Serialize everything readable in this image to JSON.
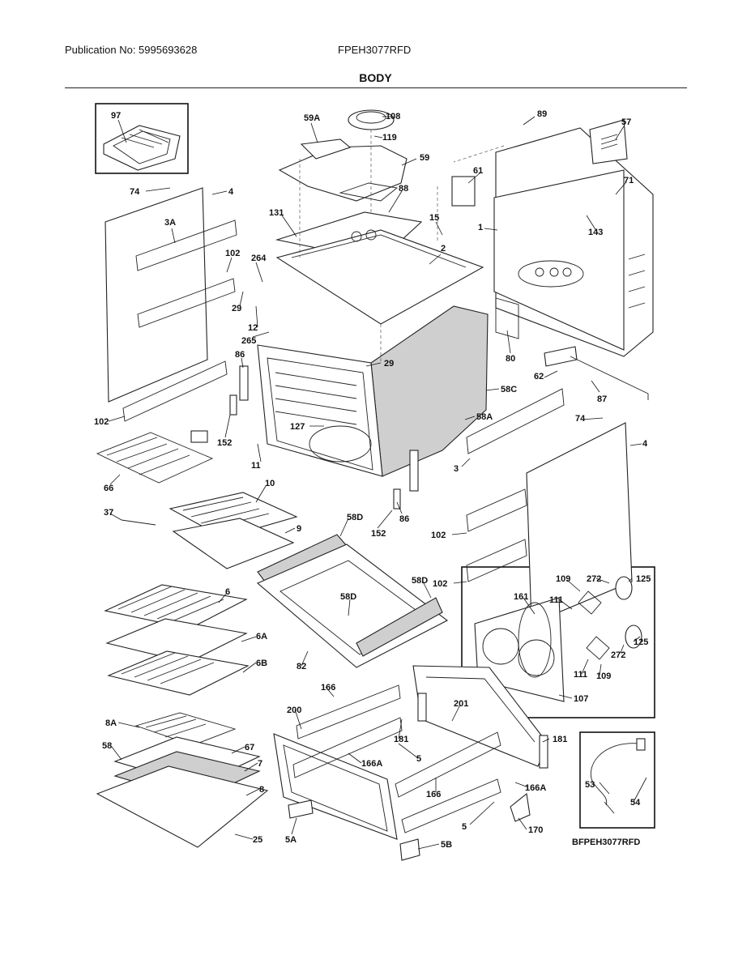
{
  "header": {
    "publication": "Publication No: 5995693628",
    "model": "FPEH3077RFD",
    "title": "BODY"
  },
  "footer": {
    "diagram_code": "BFPEH3077RFD"
  },
  "callouts": [
    {
      "id": "c97",
      "text": "97"
    },
    {
      "id": "c108",
      "text": "108"
    },
    {
      "id": "c59A",
      "text": "59A"
    },
    {
      "id": "c119",
      "text": "119"
    },
    {
      "id": "c89",
      "text": "89"
    },
    {
      "id": "c57",
      "text": "57"
    },
    {
      "id": "c59",
      "text": "59"
    },
    {
      "id": "c61",
      "text": "61"
    },
    {
      "id": "c71",
      "text": "71"
    },
    {
      "id": "c74a",
      "text": "74"
    },
    {
      "id": "c4a",
      "text": "4"
    },
    {
      "id": "c88",
      "text": "88"
    },
    {
      "id": "c3A",
      "text": "3A"
    },
    {
      "id": "c131",
      "text": "131"
    },
    {
      "id": "c15",
      "text": "15"
    },
    {
      "id": "c1",
      "text": "1"
    },
    {
      "id": "c143",
      "text": "143"
    },
    {
      "id": "c2",
      "text": "2"
    },
    {
      "id": "c102a",
      "text": "102"
    },
    {
      "id": "c264",
      "text": "264"
    },
    {
      "id": "c29a",
      "text": "29"
    },
    {
      "id": "c12",
      "text": "12"
    },
    {
      "id": "c265",
      "text": "265"
    },
    {
      "id": "c80",
      "text": "80"
    },
    {
      "id": "c86a",
      "text": "86"
    },
    {
      "id": "c29b",
      "text": "29"
    },
    {
      "id": "c62",
      "text": "62"
    },
    {
      "id": "c58C",
      "text": "58C"
    },
    {
      "id": "c87",
      "text": "87"
    },
    {
      "id": "c102b",
      "text": "102"
    },
    {
      "id": "c58A",
      "text": "58A"
    },
    {
      "id": "c74b",
      "text": "74"
    },
    {
      "id": "c127",
      "text": "127"
    },
    {
      "id": "c152a",
      "text": "152"
    },
    {
      "id": "c4b",
      "text": "4"
    },
    {
      "id": "c3",
      "text": "3"
    },
    {
      "id": "c11",
      "text": "11"
    },
    {
      "id": "c66",
      "text": "66"
    },
    {
      "id": "c10",
      "text": "10"
    },
    {
      "id": "c37",
      "text": "37"
    },
    {
      "id": "c86b",
      "text": "86"
    },
    {
      "id": "c152b",
      "text": "152"
    },
    {
      "id": "c58D1",
      "text": "58D"
    },
    {
      "id": "c9",
      "text": "9"
    },
    {
      "id": "c102c",
      "text": "102"
    },
    {
      "id": "c109a",
      "text": "109"
    },
    {
      "id": "c272a",
      "text": "272"
    },
    {
      "id": "c125a",
      "text": "125"
    },
    {
      "id": "c58D2",
      "text": "58D"
    },
    {
      "id": "c102d",
      "text": "102"
    },
    {
      "id": "c161",
      "text": "161"
    },
    {
      "id": "c111a",
      "text": "111"
    },
    {
      "id": "c6",
      "text": "6"
    },
    {
      "id": "c58D3",
      "text": "58D"
    },
    {
      "id": "c125b",
      "text": "125"
    },
    {
      "id": "c6A",
      "text": "6A"
    },
    {
      "id": "c272b",
      "text": "272"
    },
    {
      "id": "c82",
      "text": "82"
    },
    {
      "id": "c6B",
      "text": "6B"
    },
    {
      "id": "c111b",
      "text": "111"
    },
    {
      "id": "c109b",
      "text": "109"
    },
    {
      "id": "c166a",
      "text": "166"
    },
    {
      "id": "c107",
      "text": "107"
    },
    {
      "id": "c200",
      "text": "200"
    },
    {
      "id": "c201",
      "text": "201"
    },
    {
      "id": "c8A",
      "text": "8A"
    },
    {
      "id": "c181a",
      "text": "181"
    },
    {
      "id": "c181b",
      "text": "181"
    },
    {
      "id": "c67",
      "text": "67"
    },
    {
      "id": "c58",
      "text": "58"
    },
    {
      "id": "c5a",
      "text": "5"
    },
    {
      "id": "c166A1",
      "text": "166A"
    },
    {
      "id": "c7",
      "text": "7"
    },
    {
      "id": "c53",
      "text": "53"
    },
    {
      "id": "c166b",
      "text": "166"
    },
    {
      "id": "c166A2",
      "text": "166A"
    },
    {
      "id": "c8",
      "text": "8"
    },
    {
      "id": "c54",
      "text": "54"
    },
    {
      "id": "c5b",
      "text": "5"
    },
    {
      "id": "c25",
      "text": "25"
    },
    {
      "id": "c5A",
      "text": "5A"
    },
    {
      "id": "c170",
      "text": "170"
    },
    {
      "id": "c5B",
      "text": "5B"
    }
  ]
}
